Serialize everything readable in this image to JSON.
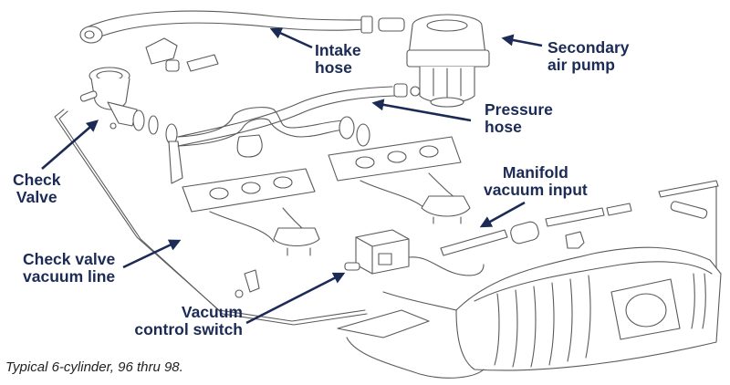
{
  "figure": {
    "caption": "Typical 6-cylinder, 96 thru 98.",
    "label_color": "#1b2b55",
    "line_art_color": "#5a5a5a"
  },
  "labels": {
    "intake_hose": {
      "line1": "Intake",
      "line2": "hose"
    },
    "secondary_air_pump": {
      "line1": "Secondary",
      "line2": "air pump"
    },
    "pressure_hose": {
      "line1": "Pressure",
      "line2": "hose"
    },
    "check_valve": {
      "line1": "Check",
      "line2": "Valve"
    },
    "manifold_vacuum_input": {
      "line1": "Manifold",
      "line2": "vacuum input"
    },
    "check_valve_vacuum_line": {
      "line1": "Check valve",
      "line2": "vacuum line"
    },
    "vacuum_control_switch": {
      "line1": "Vacuum",
      "line2": "control switch"
    }
  }
}
